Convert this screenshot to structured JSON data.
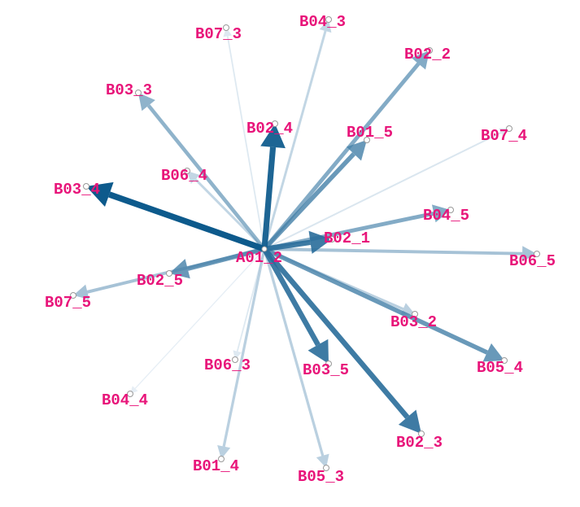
{
  "center": {
    "label": "A01_2"
  },
  "colors": {
    "label": "#e8157a",
    "edge_dark": "#0d5a8c",
    "edge_light": "#c4d6e6"
  },
  "edges": [
    {
      "target": "B03_4",
      "weight": 1.0
    },
    {
      "target": "B02_4",
      "weight": 0.95
    },
    {
      "target": "B02_3",
      "weight": 0.85
    },
    {
      "target": "B03_5",
      "weight": 0.85
    },
    {
      "target": "B02_1",
      "weight": 0.85
    },
    {
      "target": "B01_5",
      "weight": 0.7
    },
    {
      "target": "B05_4",
      "weight": 0.7
    },
    {
      "target": "B02_5",
      "weight": 0.7
    },
    {
      "target": "B02_2",
      "weight": 0.6
    },
    {
      "target": "B04_5",
      "weight": 0.6
    },
    {
      "target": "B03_3",
      "weight": 0.55
    },
    {
      "target": "B06_5",
      "weight": 0.45
    },
    {
      "target": "B07_5",
      "weight": 0.45
    },
    {
      "target": "B03_2",
      "weight": 0.35
    },
    {
      "target": "B05_3",
      "weight": 0.35
    },
    {
      "target": "B01_4",
      "weight": 0.35
    },
    {
      "target": "B06_4",
      "weight": 0.3
    },
    {
      "target": "B04_3",
      "weight": 0.3
    },
    {
      "target": "B07_4",
      "weight": 0.15
    },
    {
      "target": "B07_3",
      "weight": 0.12
    },
    {
      "target": "B06_3",
      "weight": 0.12
    },
    {
      "target": "B04_4",
      "weight": 0.05
    }
  ]
}
